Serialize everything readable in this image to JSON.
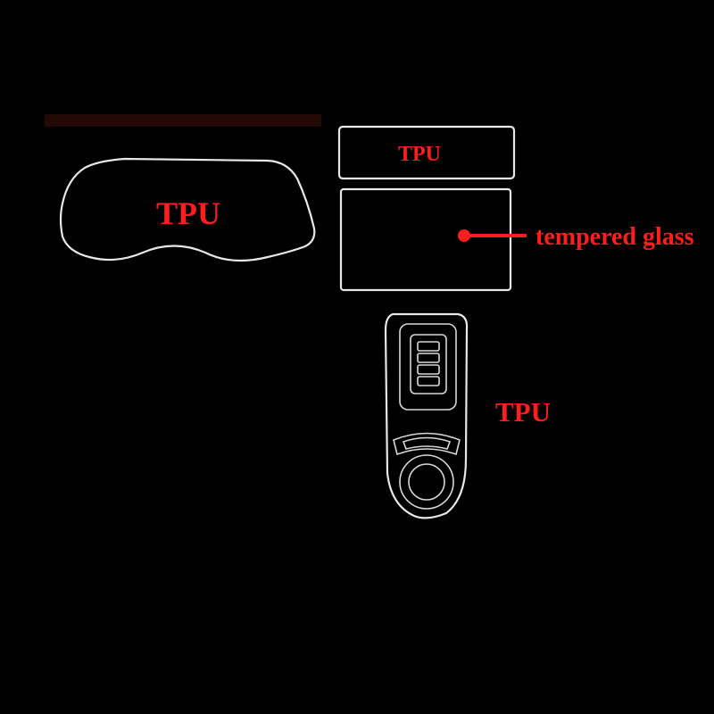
{
  "labels": {
    "cluster_material": "TPU",
    "top_strip_material": "TPU",
    "screen_material": "tempered glass",
    "console_material": "TPU"
  },
  "colors": {
    "background": "#000000",
    "outline": "#e8e8e8",
    "label": "#ff1e1e"
  }
}
